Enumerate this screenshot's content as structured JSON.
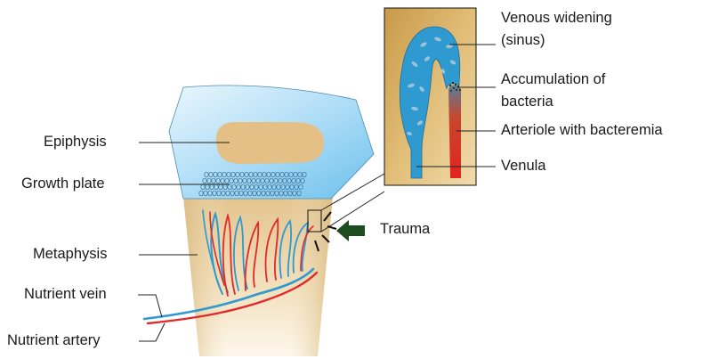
{
  "labels": {
    "epiphysis": "Epiphysis",
    "growth_plate": "Growth plate",
    "metaphysis": "Metaphysis",
    "nutrient_vein": "Nutrient vein",
    "nutrient_artery": "Nutrient artery",
    "trauma": "Trauma",
    "venous_widening_line1": "Venous widening",
    "venous_widening_line2": "(sinus)",
    "accumulation_line1": "Accumulation of",
    "accumulation_line2": "bacteria",
    "arteriole": "Arteriole with bacteremia",
    "venula": "Venula"
  },
  "colors": {
    "epiphysis_blue": "#7fc8ef",
    "bone_tan": "#e8c88e",
    "inset_tan": "#dcb36b",
    "vein_blue": "#2f9ad0",
    "artery_red": "#e02a2a",
    "trauma_arrow": "#1d4d1f"
  }
}
